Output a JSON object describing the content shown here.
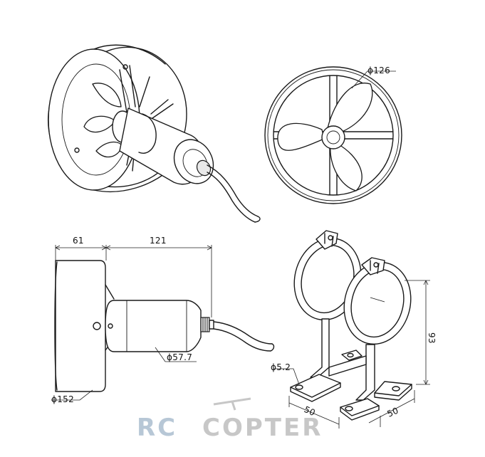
{
  "dimensions": {
    "fan_inner_diameter": "ϕ126",
    "duct_length": "61",
    "motor_length": "121",
    "duct_outer_diameter": "ϕ152",
    "motor_diameter": "ϕ57.7",
    "bracket_hole_diameter": "ϕ5.2",
    "bracket_height": "93",
    "bracket_base_depth": "50",
    "bracket_base_width": "50"
  },
  "watermark": {
    "part1": "RC",
    "part2": "COPTER"
  },
  "colors": {
    "line": "#1a1a1a",
    "watermark_blue": "#b7c7d6",
    "watermark_gray": "#c7c7c7"
  }
}
